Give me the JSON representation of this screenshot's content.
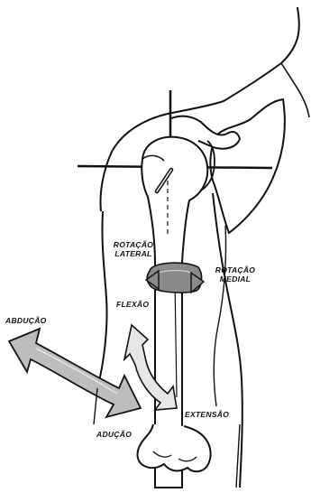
{
  "labels": {
    "rotacao_lateral_line1": "ROTAÇÃO",
    "rotacao_lateral_line2": "LATERAL",
    "rotacao_medial_line1": "ROTAÇÃO",
    "rotacao_medial_line2": "MEDIAL",
    "flexao": "FLEXÃO",
    "abducao": "ABDUÇÃO",
    "aducao": "ADUÇÃO",
    "extensao": "EXTENSÃO"
  },
  "colors": {
    "ink": "#111111",
    "arrow_fill": "#bdbdbd",
    "rotation_band": "#8a8a8a",
    "background": "#ffffff"
  }
}
